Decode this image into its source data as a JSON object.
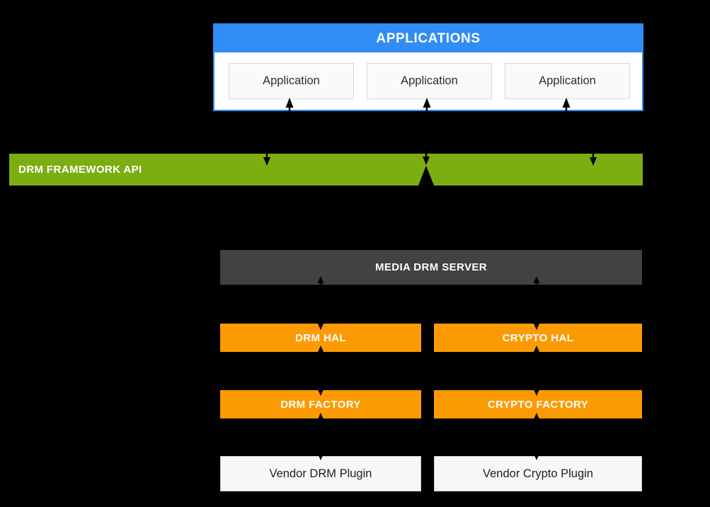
{
  "colors": {
    "blue": "#2f8df5",
    "green": "#7cad11",
    "dark_gray": "#424242",
    "orange": "#fc9a03",
    "app_box_bg": "#fafafa",
    "app_box_border": "#d8d8d8",
    "vendor_box_bg": "#f7f7f7",
    "vendor_box_border": "#c9c9c9",
    "arrow": "#000000"
  },
  "applications": {
    "header_label": "APPLICATIONS",
    "boxes": [
      {
        "label": "Application"
      },
      {
        "label": "Application"
      },
      {
        "label": "Application"
      }
    ]
  },
  "framework": {
    "label": "DRM FRAMEWORK API"
  },
  "media_server": {
    "label": "MEDIA DRM SERVER"
  },
  "hal": {
    "drm": {
      "label": "DRM HAL"
    },
    "crypto": {
      "label": "CRYPTO HAL"
    }
  },
  "factory": {
    "drm": {
      "label": "DRM FACTORY"
    },
    "crypto": {
      "label": "CRYPTO FACTORY"
    }
  },
  "vendor": {
    "drm": {
      "label": "Vendor DRM Plugin"
    },
    "crypto": {
      "label": "Vendor Crypto Plugin"
    }
  }
}
